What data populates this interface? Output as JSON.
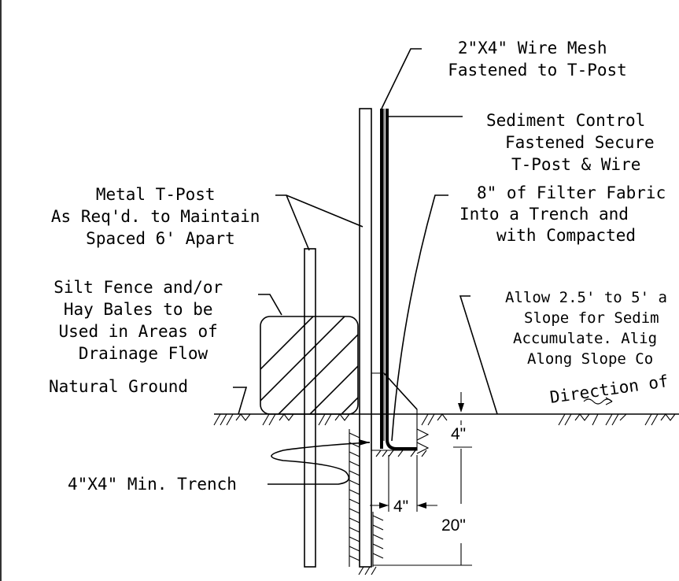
{
  "labels": {
    "mesh": [
      "2\"X4\" Wire Mesh",
      "Fastened to T-Post"
    ],
    "sediment": [
      "Sediment Control",
      "Fastened Secure",
      "T-Post & Wire"
    ],
    "filter": [
      "8\" of Filter Fabric",
      "Into a Trench and",
      "with Compacted"
    ],
    "tpost": [
      "Metal T-Post",
      "As Req'd. to Maintain",
      "Spaced 6' Apart"
    ],
    "slope": [
      "Allow 2.5' to 5' a",
      "Slope for Sedim",
      "Accumulate. Alig",
      "Along Slope Co"
    ],
    "silt": [
      "Silt Fence and/or",
      "Hay Bales to be",
      "Used in Areas of",
      "Drainage Flow"
    ],
    "ground": "Natural Ground",
    "direction": "Direction of",
    "trench": "4\"X4\" Min. Trench"
  },
  "dimensions": {
    "depth_top": "4\"",
    "width": "4\"",
    "depth_total": "20\""
  },
  "colors": {
    "ink": "#000000",
    "paper": "#ffffff"
  }
}
